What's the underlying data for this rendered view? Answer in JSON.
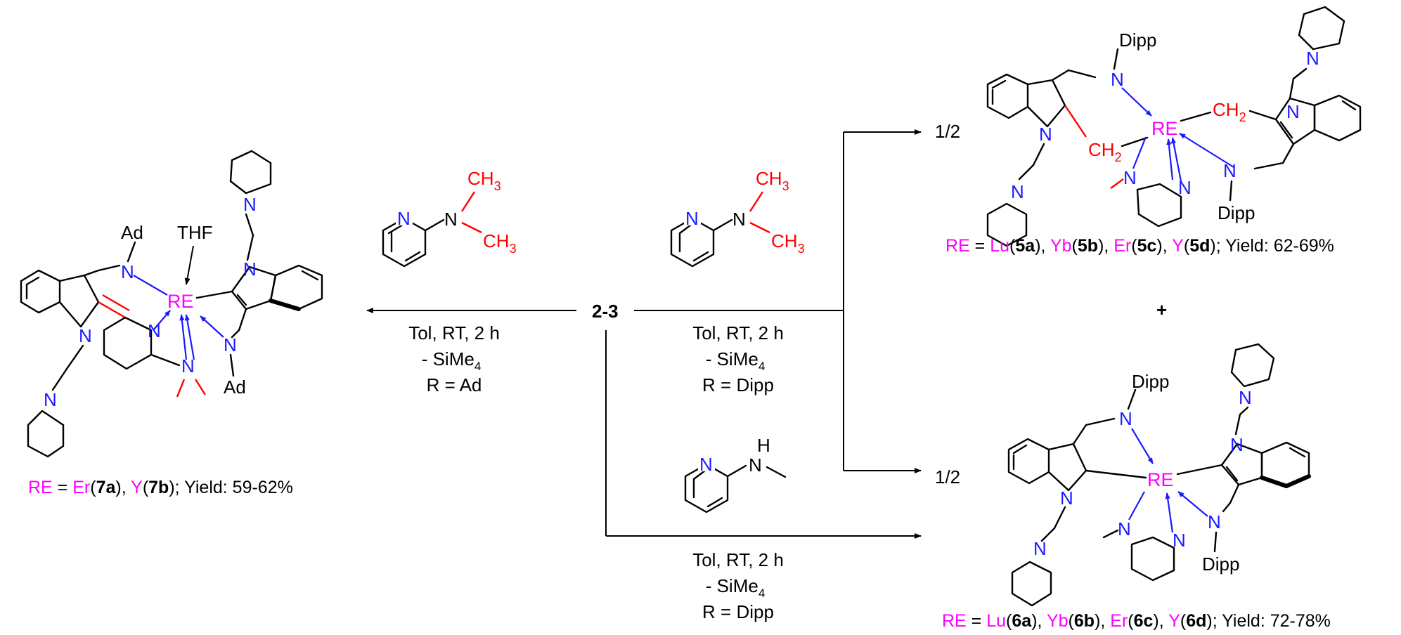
{
  "center": {
    "compound": "2-3"
  },
  "conditions": {
    "left": {
      "line1": "Tol, RT, 2 h",
      "line2": "- SiMe",
      "sub": "4",
      "line3": "R = Ad"
    },
    "upper_right": {
      "line1": "Tol, RT, 2 h",
      "line2": "- SiMe",
      "sub": "4",
      "line3": "R = Dipp"
    },
    "lower_right": {
      "line1": "Tol, RT, 2 h",
      "line2": "- SiMe",
      "sub": "4",
      "line3": "R = Dipp"
    }
  },
  "reagents": {
    "dimethylaminopyridine": {
      "n_ring": "N",
      "n_amine": "N",
      "me": "CH",
      "me_sub": "3"
    },
    "methylaminopyridine": {
      "n_ring": "N",
      "n_amine": "N",
      "h": "H"
    }
  },
  "fractions": {
    "upper": "1/2",
    "lower": "1/2"
  },
  "plus": "+",
  "atoms": {
    "re": "RE",
    "n": "N",
    "thf": "THF",
    "ad": "Ad",
    "dipp": "Dipp",
    "ch2": "CH",
    "ch2_sub": "2"
  },
  "captions": {
    "p5": {
      "re": "RE",
      "eq": " = ",
      "m1": "Lu",
      "c1": "5a",
      "m2": "Yb",
      "c2": "5b",
      "m3": "Er",
      "c3": "5c",
      "m4": "Y",
      "c4": "5d",
      "yield": "; Yield: 62-69%"
    },
    "p6": {
      "re": "RE",
      "eq": " = ",
      "m1": "Lu",
      "c1": "6a",
      "m2": "Yb",
      "c2": "6b",
      "m3": "Er",
      "c3": "6c",
      "m4": "Y",
      "c4": "6d",
      "yield": "; Yield: 72-78%"
    },
    "p7": {
      "re": "RE",
      "eq": " = ",
      "m1": "Er",
      "c1": "7a",
      "m2": "Y",
      "c2": "7b",
      "yield": "; Yield: 59-62%"
    }
  },
  "colors": {
    "metal": "#ff00ff",
    "nitrogen": "#1a1aff",
    "new_bond": "#ff0000",
    "bonds": "#000000"
  }
}
